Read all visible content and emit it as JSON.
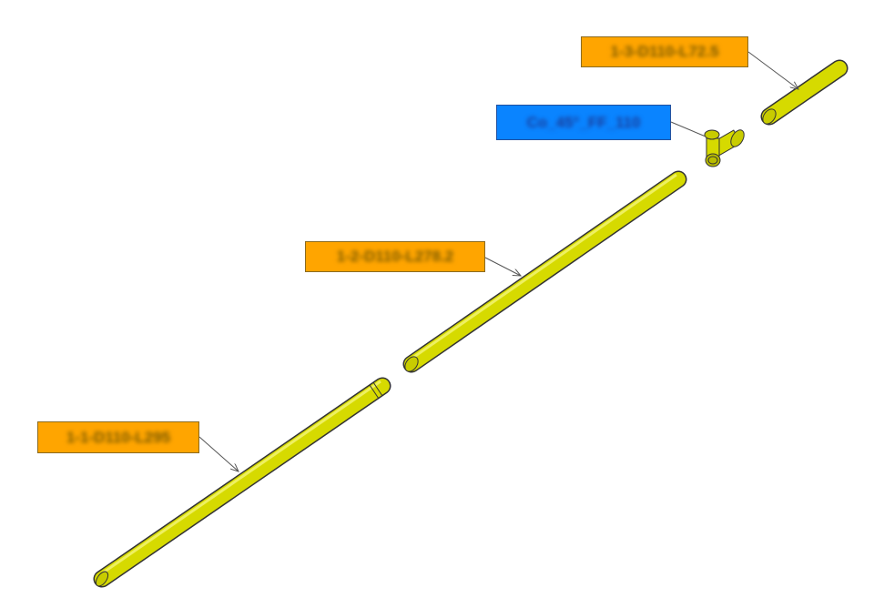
{
  "labels": {
    "pipe_1_3": "1-3-D110-L72.5",
    "fitting": "Co_45°_FF_110",
    "pipe_1_2": "1-2-D110-L278.2",
    "pipe_1_1": "1-1-D110-L295"
  },
  "colors": {
    "pipe": "#d6da00",
    "pipe_label": "#ffa500",
    "fitting_label": "#0a84ff"
  }
}
